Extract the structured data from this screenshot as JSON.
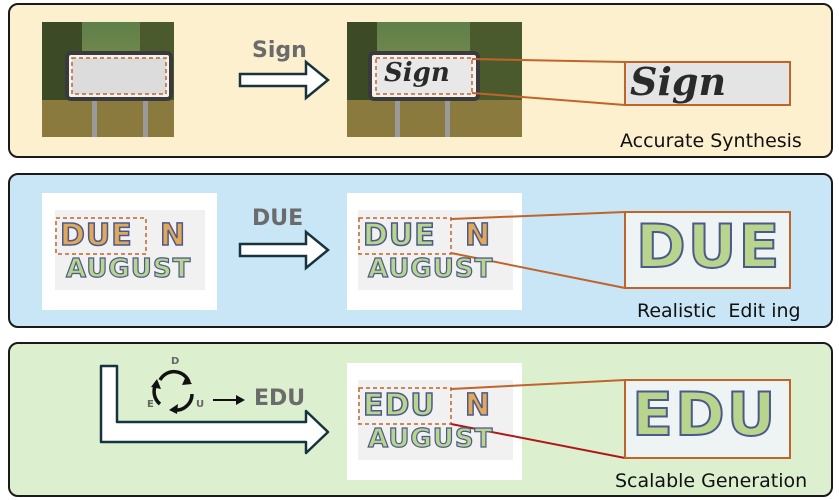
{
  "panels": [
    {
      "input_text": "Sign",
      "caption": "Accurate Synthesis",
      "rendered_text": "Sign"
    },
    {
      "input_text": "DUE",
      "caption": "Realistic  Edit ing",
      "rendered_text": "DUE",
      "poster_line2": "AUGUST",
      "poster_tail": "N"
    },
    {
      "input_text": "EDU",
      "caption": "Scalable Generation",
      "rendered_text": "EDU",
      "poster_line2": "AUGUST",
      "poster_tail": "N",
      "cycle": {
        "top": "D",
        "left": "E",
        "right": "U"
      }
    }
  ],
  "colors": {
    "connector": "#c0642a",
    "connector_alt": "#b01818",
    "arrow": "#163440",
    "box_dash": "#c0642a"
  }
}
